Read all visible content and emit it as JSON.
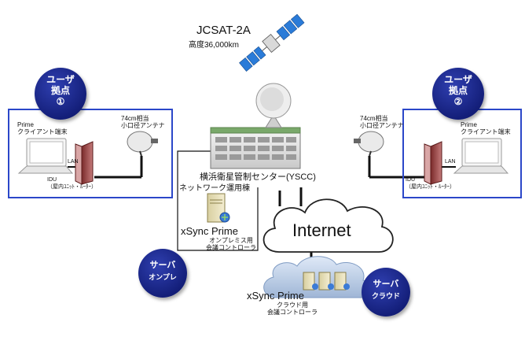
{
  "satellite": {
    "name": "JCSAT-2A",
    "altitude": "高度36,000km"
  },
  "site1": {
    "badge_line1": "ユーザ",
    "badge_line2": "拠点",
    "badge_line3": "①",
    "pc_label_line1": "Prime",
    "pc_label_line2": "クライアント端末",
    "lan": "LAN",
    "idu_line1": "IDU",
    "idu_line2": "（屋内ﾕﾆｯﾄ・ﾙｰﾀｰ）",
    "antenna_line1": "74cm相当",
    "antenna_line2": "小口径アンテナ"
  },
  "site2": {
    "badge_line1": "ユーザ",
    "badge_line2": "拠点",
    "badge_line3": "②",
    "pc_label_line1": "Prime",
    "pc_label_line2": "クライアント端末",
    "lan": "LAN",
    "idu_line1": "IDU",
    "idu_line2": "（屋内ﾕﾆｯﾄ・ﾙｰﾀｰ）",
    "antenna_line1": "74cm相当",
    "antenna_line2": "小口径アンテナ"
  },
  "center": {
    "name": "横浜衛星管制センター(YSCC)",
    "building": "ネットワーク運用棟"
  },
  "onprem": {
    "product": "xSync Prime",
    "desc_line1": "オンプレミス用",
    "desc_line2": "会議コントローラ",
    "badge_line1": "サーバ",
    "badge_line2": "オンプレ"
  },
  "internet": {
    "label": "Internet"
  },
  "cloud_server": {
    "product": "xSync Prime",
    "desc_line1": "クラウド用",
    "desc_line2": "会議コントローラ",
    "badge_line1": "サーバ",
    "badge_line2": "クラウド"
  }
}
